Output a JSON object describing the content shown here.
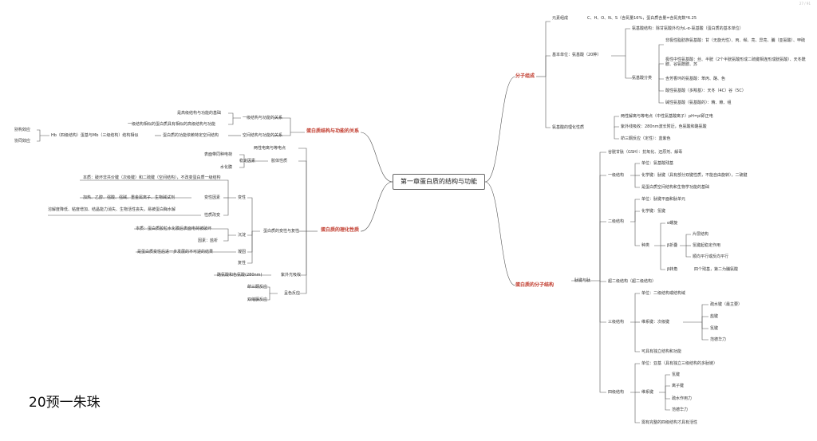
{
  "root": "第一章蛋白质的结构与功能",
  "page_indicator": "27 / 91",
  "signature": "20预一朱珠",
  "mol_comp": {
    "label": "分子组成",
    "elements_label": "元素组成",
    "elements_value": "C、H、O、N、S（含氮量16%，蛋白质含量=含氮克数*6.25",
    "basic_unit": "基本单位：氨基酸（20种）",
    "aa_structure": "氨基酸结构：除甘氨酸外均为L-α-氨基酸（蛋白质的基本单位）",
    "aa_class_label": "氨基酸分类",
    "nonpolar": "非极性脂肪族氨基酸：甘（无旋光性）、丙、缬、亮、异亮、脯（亚氨酸）、甲硫",
    "polar_neutral": "极性中性氨基酸：丝、半胱（2个半胱氨酸形成二硫键相连形成胱氨酸）、天冬酰胺、谷氨酰胺、苏",
    "aromatic": "含芳香环的氨基酸：苯丙、酪、色",
    "acidic": "酸性氨基酸（多羧基）：天冬（4C）谷（5C）",
    "basic": "碱性氨基酸（氨基酸的）：精、赖、组",
    "physchem_label": "氨基酸的理化性质",
    "pi": "两性解离与等电点（中性氨基酸离子）pH=pI即正电",
    "uv": "紫外线吸收：280nm波长附近，色氨酸和酪氨酸",
    "ninhydrin": "茚三酮反应（定性）：蓝紫色"
  },
  "mol_struct": {
    "label": "蛋白质的分子结构",
    "bond_label": "肽键与肽",
    "peptide": "谷胱甘肽（GSH）：抗氧化、还原剂、解毒",
    "primary": {
      "label": "一级结构",
      "unit": "单位：氨基酸残基",
      "bond": "化学键：肽键（具有部分双键性质，不能自由旋转），二硫键",
      "basis": "是蛋白质空间结构和生物学功能的基础"
    },
    "secondary": {
      "label": "二级结构",
      "unit": "单位：肽键平面和肽单元",
      "bond": "化学键：氢键",
      "types_label": "种类",
      "alpha": "α螺旋",
      "beta_label": "β折叠",
      "beta1": "片层结构",
      "beta2": "氢键起稳定作用",
      "beta3": "顺向平行或反向平行",
      "turn_label": "β转角",
      "turn": "四个残基，第二为脯氨酸"
    },
    "supersecondary": "超二级结构（超二级结构）",
    "tertiary": {
      "label": "三级结构",
      "unit": "单位：二级结构或结构域",
      "bond_label": "维系键：次级键",
      "b1": "疏水键（最主要）",
      "b2": "盐键",
      "b3": "氢键",
      "b4": "范德华力",
      "func": "可具有独立结构和功能"
    },
    "quaternary": {
      "label": "四级结构",
      "unit": "单位：亚基（具有独立三级结构的多肽链）",
      "bond_label": "维系键",
      "b1": "氢键",
      "b2": "离子键",
      "b3": "疏水作用力",
      "b4": "范德华力",
      "note": "需有完整的四级结构才具有活性"
    }
  },
  "struct_func": {
    "label": "蛋白质结构与功能的关系",
    "primary_label": "一级结构与功能的关系",
    "p1": "是高级结构与功能的基础",
    "p2": "一级结构相似的蛋白质具有相似的高级结构与功能",
    "spatial_label": "空间结构与功能的关系",
    "s1": "蛋白质的功能依赖特定空间结构",
    "hb": "Hb（四级结构）蛋基与Mb（三级结构）结构相似",
    "allo": "别构效应",
    "coop": "协同效应"
  },
  "phys_prop": {
    "label": "蛋白质的理化性质",
    "ampho": "两性电离与等电点",
    "colloid_label": "胶体性质",
    "stab_label": "稳定因素",
    "charge": "表面带同种电荷",
    "hydration": "水化膜",
    "denat_main": "蛋白质的变性与复性",
    "denat_label": "变性",
    "essence": "本质：破坏非共价键（次级键）和二硫键（空间结构），不改变蛋白质一级结构",
    "factors_label": "变性因素",
    "factors": "加热、乙醇、强酸、强碱、重金属离子、生物碱试剂",
    "changes_label": "性质改变",
    "changes": "溶解度降低、粘度增加、结晶能力消失、生物活性丧失，易被蛋白酶水解",
    "precip_label": "沉淀",
    "precip_essence": "本质：蛋白质胶粒水化膜后表面电荷被破坏",
    "precip_factor": "因素：盐析",
    "coag_label": "凝固",
    "coag": "是蛋白质变性后进一步发展的不可逆的结果",
    "renat": "复性",
    "uv_label": "紫外光吸收",
    "uv": "酪氨酸和色氨酸(280nm)",
    "color_label": "呈色反应",
    "c1": "茚三酮反应",
    "c2": "双缩脲反应"
  }
}
